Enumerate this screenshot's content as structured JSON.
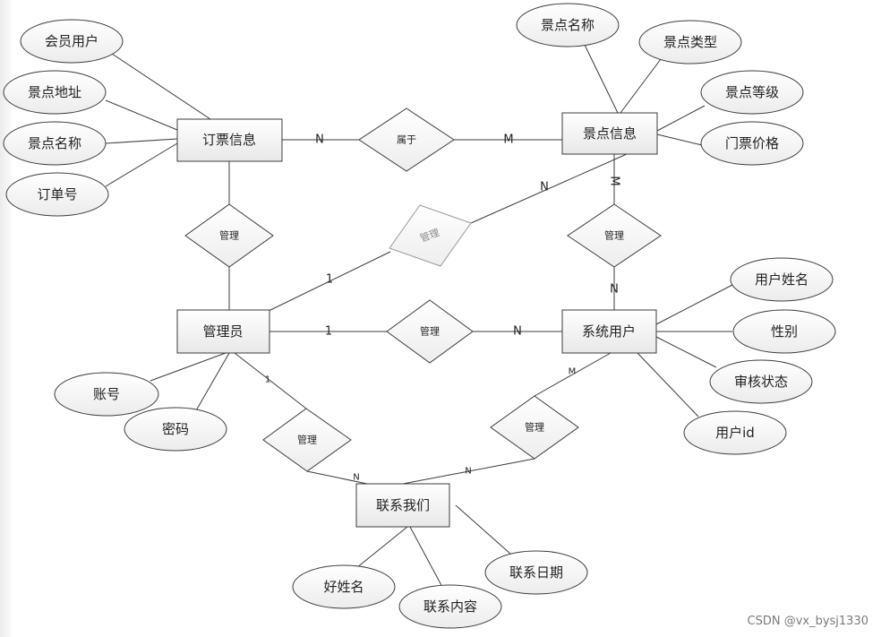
{
  "entities": {
    "ticket_info": "订票信息",
    "scenic_info": "景点信息",
    "admin": "管理员",
    "system_user": "系统用户",
    "contact_us": "联系我们"
  },
  "attributes": {
    "member_user": "会员用户",
    "scenic_address": "景点地址",
    "scenic_name_1": "景点名称",
    "order_no": "订单号",
    "scenic_name_2": "景点名称",
    "scenic_type": "景点类型",
    "scenic_grade": "景点等级",
    "ticket_price": "门票价格",
    "user_fullname": "用户姓名",
    "gender": "性别",
    "review_status": "审核状态",
    "user_id": "用户id",
    "account": "账号",
    "password": "密码",
    "contact_name": "好姓名",
    "contact_content": "联系内容",
    "contact_date": "联系日期"
  },
  "relations": {
    "belongs": "属于",
    "manage_ticket": "管理",
    "manage_scenic_faded": "管理",
    "manage_scenic_user": "管理",
    "manage_admin_user": "管理",
    "manage_admin_contact": "管理",
    "manage_user_contact": "管理"
  },
  "cardinalities": {
    "ticket_belongs_n": "N",
    "scenic_belongs_m": "M",
    "scenic_manage_n": "N",
    "admin_manage_1": "1",
    "scenic_user_m": "M",
    "user_scenic_n": "N",
    "admin_user_1": "1",
    "user_admin_n": "N",
    "admin_contact_1": "1",
    "contact_admin_n": "N",
    "contact_user_n": "N",
    "user_contact_m": "M"
  },
  "watermark": "CSDN @vx_bysj1330"
}
